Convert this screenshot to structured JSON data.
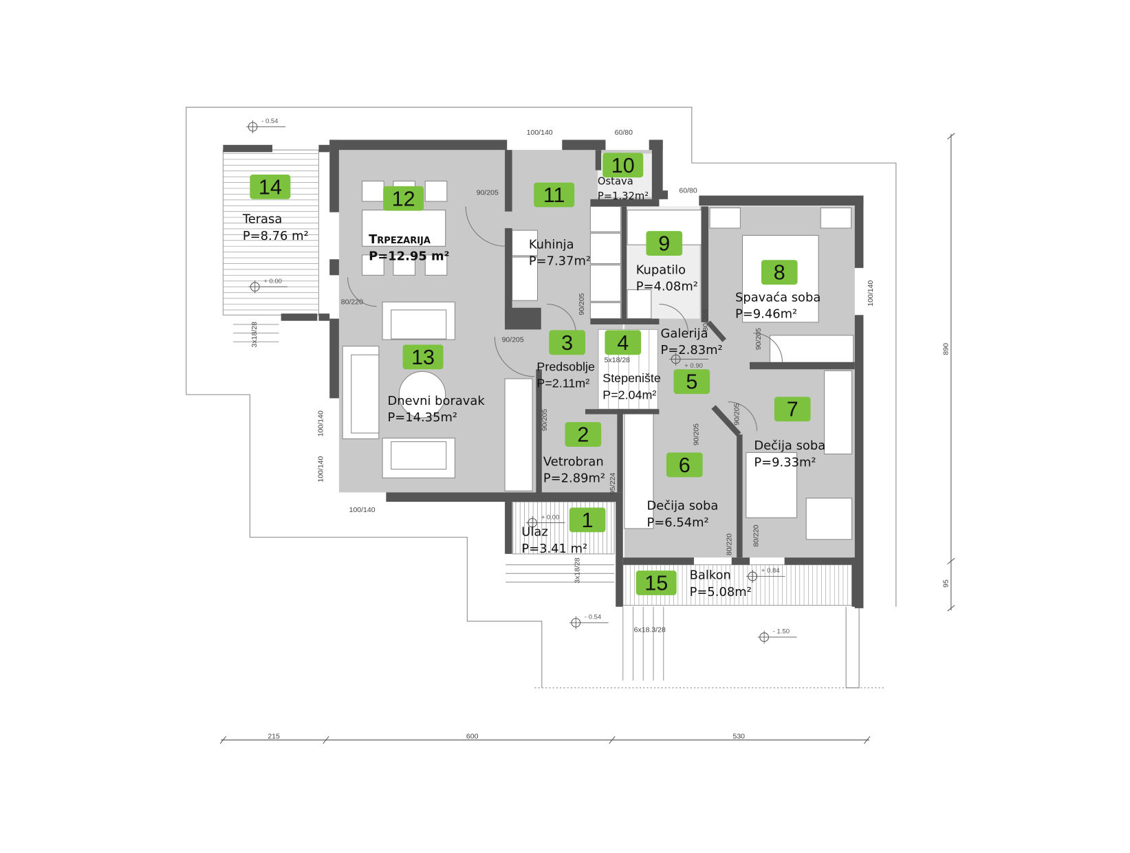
{
  "rooms": [
    {
      "number": "1",
      "name": "Ulaz",
      "area": "P=3.41 m²"
    },
    {
      "number": "2",
      "name": "Vetrobran",
      "area": "P=2.89m²"
    },
    {
      "number": "3",
      "name": "Predsoblje",
      "area": "P=2.11m²"
    },
    {
      "number": "4",
      "name": "Stepenište",
      "area": "P=2.04m²"
    },
    {
      "number": "5",
      "name": "Galerija",
      "area": "P=2.83m²"
    },
    {
      "number": "6",
      "name": "Dečija soba",
      "area": "P=6.54m²"
    },
    {
      "number": "7",
      "name": "Dečija soba",
      "area": "P=9.33m²"
    },
    {
      "number": "8",
      "name": "Spavaća soba",
      "area": "P=9.46m²"
    },
    {
      "number": "9",
      "name": "Kupatilo",
      "area": "P=4.08m²"
    },
    {
      "number": "10",
      "name": "Ostava",
      "area": "P=1.32m²"
    },
    {
      "number": "11",
      "name": "Kuhinja",
      "area": "P=7.37m²"
    },
    {
      "number": "12",
      "name": "Trpezarija",
      "area": "P=12.95 m²"
    },
    {
      "number": "13",
      "name": "Dnevni boravak",
      "area": "P=14.35m²"
    },
    {
      "number": "14",
      "name": "Terasa",
      "area": "P=8.76 m²"
    },
    {
      "number": "15",
      "name": "Balkon",
      "area": "P=5.08m²"
    }
  ],
  "openings": [
    "100/140",
    "60/80",
    "60/80",
    "90/205",
    "80/220",
    "90/205",
    "90/205",
    "80/205",
    "90/205",
    "90/205",
    "90/205",
    "90/205",
    "95/224",
    "100/140",
    "100/140",
    "100/140",
    "100/140",
    "80/220",
    "80/220"
  ],
  "stairs": [
    "5x18/28",
    "3x18/28",
    "3x18/28",
    "6x18.3/28"
  ],
  "levels": [
    "- 0.54",
    "+ 0.00",
    "+ 0.00",
    "+ 0.90",
    "+ 0.84",
    "- 0.54",
    "- 1.50"
  ],
  "dimensions": {
    "horizontal": [
      "215",
      "600",
      "530"
    ],
    "vertical": [
      "890",
      "95"
    ]
  },
  "colors": {
    "badge": "#7cc23e",
    "wall": "#555555",
    "floor": "#c9c9c9"
  }
}
